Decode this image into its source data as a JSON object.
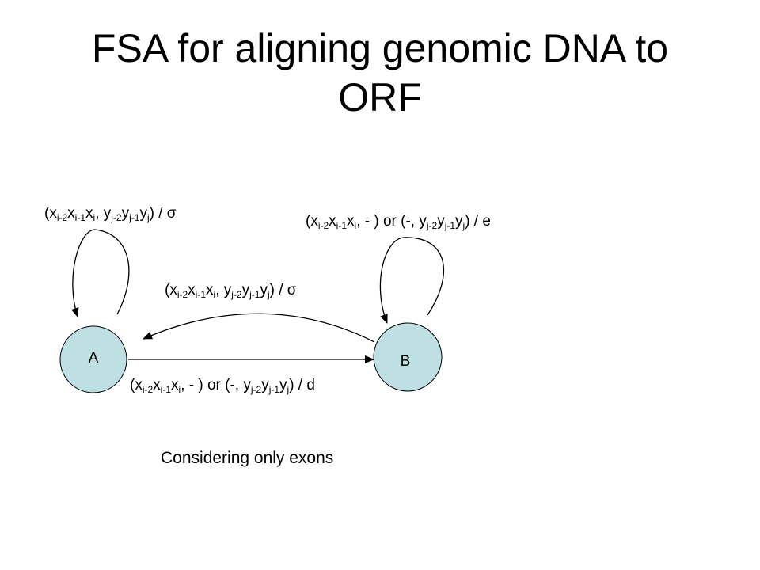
{
  "title": {
    "line1": "FSA for aligning genomic DNA to",
    "line2": "ORF"
  },
  "nodes": {
    "a": "A",
    "b": "B"
  },
  "edges": {
    "loop_a": [
      {
        "t": "(x"
      },
      {
        "s": "i-2"
      },
      {
        "t": "x"
      },
      {
        "s": "i-1"
      },
      {
        "t": "x"
      },
      {
        "s": "i"
      },
      {
        "t": ", y"
      },
      {
        "s": "j-2"
      },
      {
        "t": "y"
      },
      {
        "s": "j-1"
      },
      {
        "t": "y"
      },
      {
        "s": "j"
      },
      {
        "t": ") /  σ"
      }
    ],
    "loop_b": [
      {
        "t": "(x"
      },
      {
        "s": "i-2"
      },
      {
        "t": "x"
      },
      {
        "s": "i-1"
      },
      {
        "t": "x"
      },
      {
        "s": "i"
      },
      {
        "t": ", - ) or (-, y"
      },
      {
        "s": "j-2"
      },
      {
        "t": "y"
      },
      {
        "s": "j-1"
      },
      {
        "t": "y"
      },
      {
        "s": "j"
      },
      {
        "t": ") / e"
      }
    ],
    "b_to_a": [
      {
        "t": "(x"
      },
      {
        "s": "i-2"
      },
      {
        "t": "x"
      },
      {
        "s": "i-1"
      },
      {
        "t": "x"
      },
      {
        "s": "i"
      },
      {
        "t": ", y"
      },
      {
        "s": "j-2"
      },
      {
        "t": "y"
      },
      {
        "s": "j-1"
      },
      {
        "t": "y"
      },
      {
        "s": "j"
      },
      {
        "t": ") /  σ"
      }
    ],
    "a_to_b": [
      {
        "t": "(x"
      },
      {
        "s": "i-2"
      },
      {
        "t": "x"
      },
      {
        "s": "i-1"
      },
      {
        "t": "x"
      },
      {
        "s": "i"
      },
      {
        "t": ", - ) or (-, y"
      },
      {
        "s": "j-2"
      },
      {
        "t": "y"
      },
      {
        "s": "j-1"
      },
      {
        "t": "y"
      },
      {
        "s": "j"
      },
      {
        "t": ") / d"
      }
    ]
  },
  "caption": "Considering only exons",
  "colors": {
    "node_fill": "#bfe0e3",
    "stroke": "#000000"
  }
}
